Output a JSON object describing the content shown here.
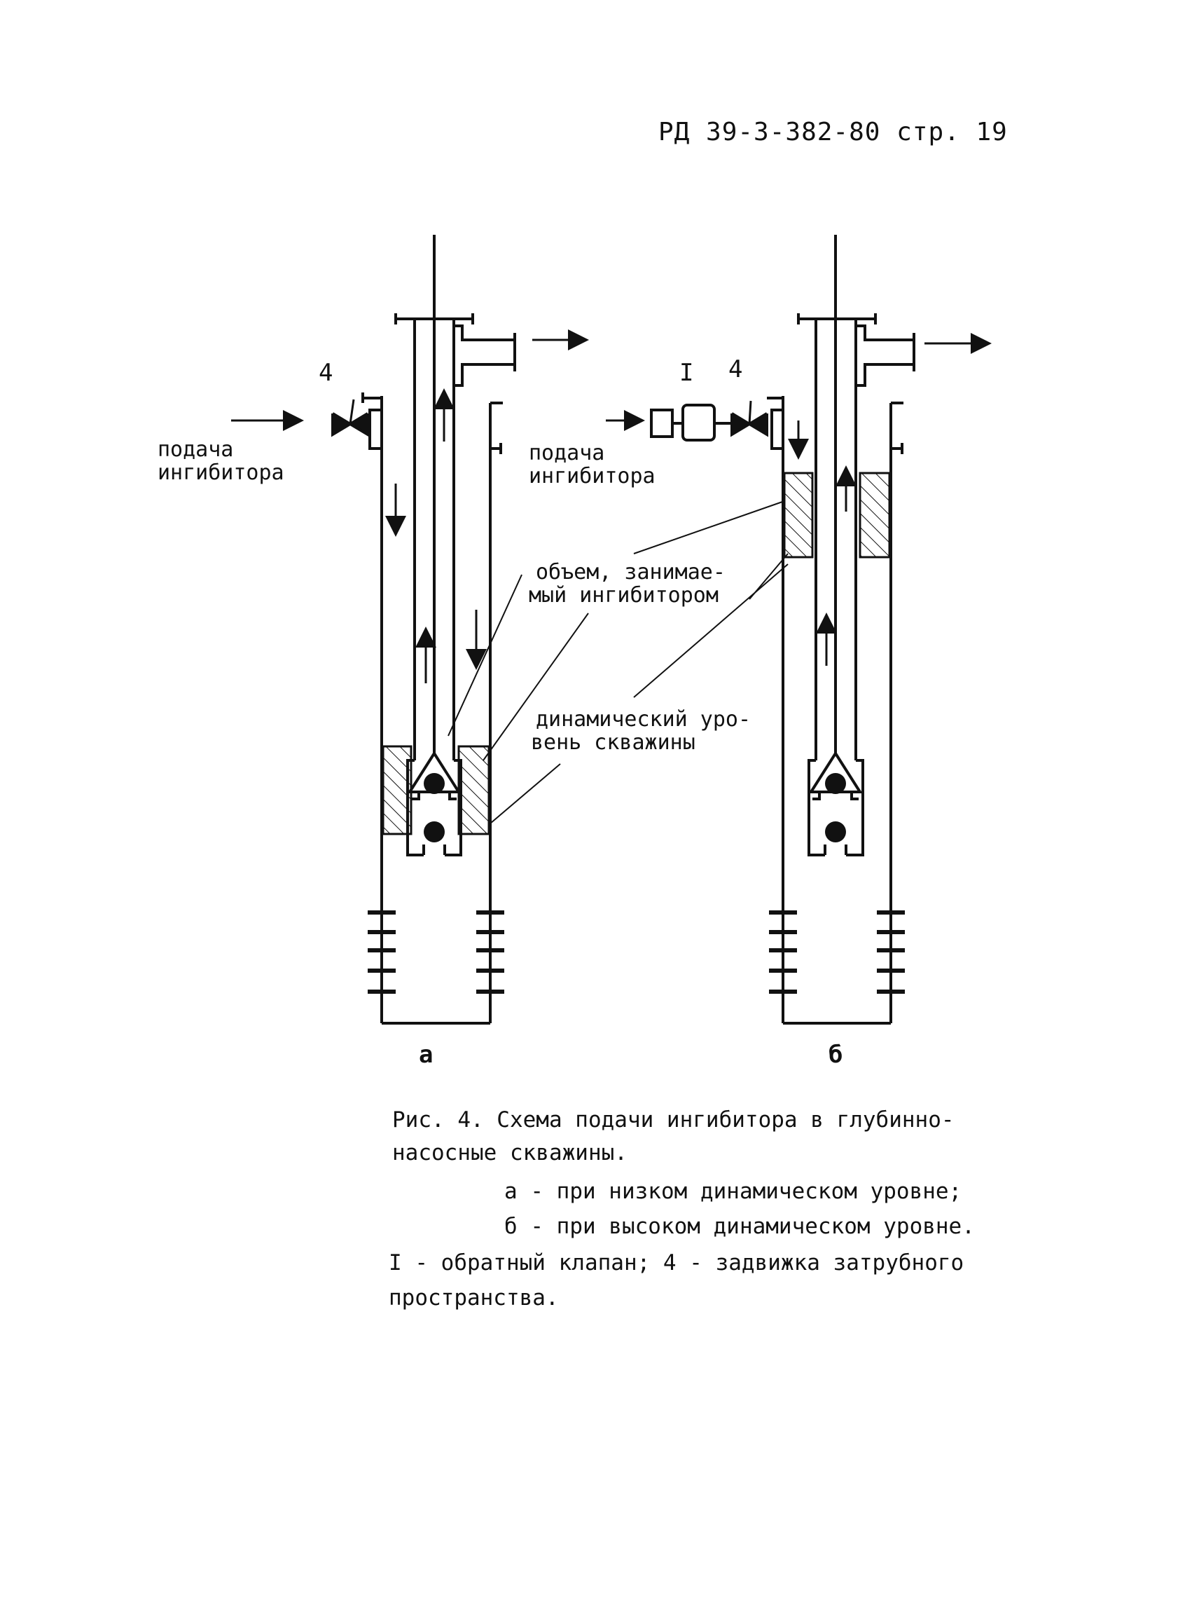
{
  "header": {
    "text": "РД 39-3-382-80  стр. 19"
  },
  "labels": {
    "feed_a_line1": "подача",
    "feed_a_line2": "ингибитора",
    "feed_b_line1": "подача",
    "feed_b_line2": "ингибитора",
    "valve_a": "4",
    "valve_b": "4",
    "check_valve_b": "I",
    "volume_line1": "объем, занимае-",
    "volume_line2": "мый ингибитором",
    "level_line1": "динамический уро-",
    "level_line2": "вень скважины",
    "sub_a": "а",
    "sub_b": "б"
  },
  "caption": {
    "line1": "Рис. 4. Схема подачи ингибитора в глубинно-",
    "line2": "насосные скважины.",
    "line3": "а - при низком динамическом уровне;",
    "line4": "б - при высоком динамическом уровне.",
    "line5": "I - обратный клапан; 4 - задвижка затрубного",
    "line6": "пространства."
  },
  "colors": {
    "ink": "#111111",
    "paper": "#ffffff"
  }
}
